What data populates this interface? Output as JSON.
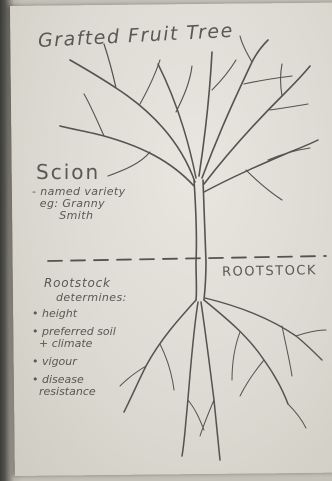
{
  "diagram": {
    "title": "Grafted Fruit Tree",
    "scion": {
      "heading": "Scion",
      "note": "- named variety\n  eg: Granny\n       Smith"
    },
    "rootstock_label": "ROOTSTOCK",
    "rootstock": {
      "heading": "Rootstock",
      "subheading": "determines:",
      "factors": [
        "height",
        "preferred soil\n  + climate",
        "vigour",
        "disease\n  resistance"
      ]
    },
    "colors": {
      "paper": "#dcdad2",
      "pencil": "#5a5755"
    }
  }
}
